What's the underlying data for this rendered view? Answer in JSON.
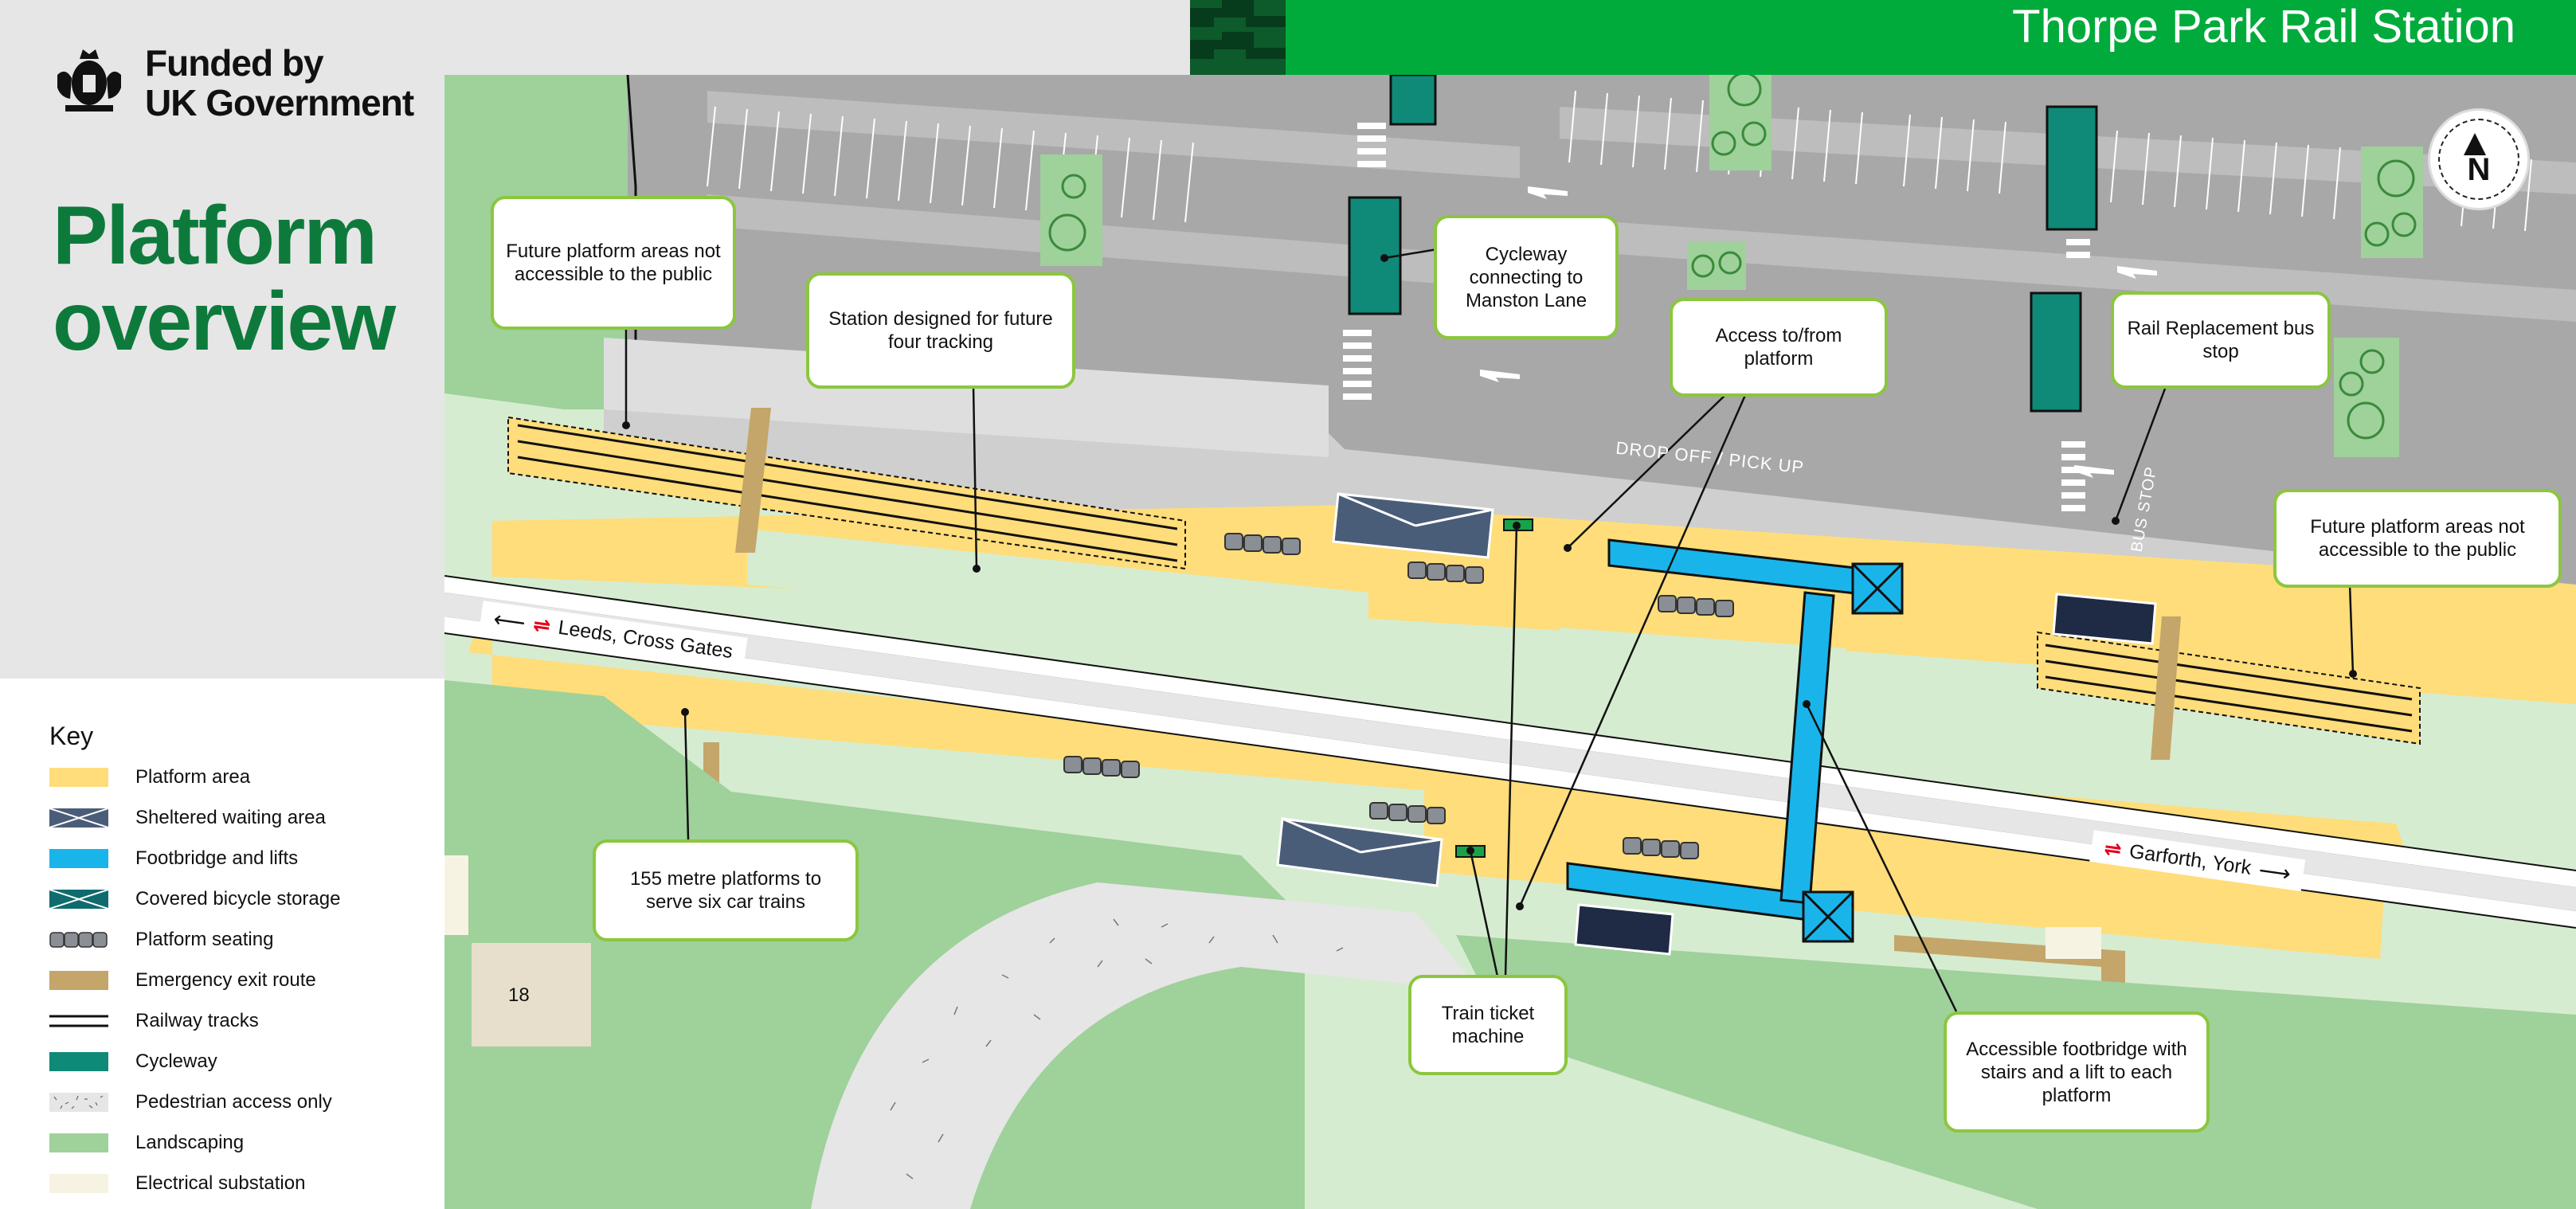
{
  "header": {
    "title": "Thorpe Park Rail Station"
  },
  "branding": {
    "line1": "Funded by",
    "line2": "UK Government",
    "logo": "royal-coat-of-arms"
  },
  "page_title": {
    "line1": "Platform",
    "line2": "overview"
  },
  "key": {
    "title": "Key",
    "items": [
      {
        "label": "Platform area",
        "color": "#fedd7a"
      },
      {
        "label": "Sheltered waiting area",
        "color": "#4a5d78"
      },
      {
        "label": "Footbridge and lifts",
        "color": "#19b5ea"
      },
      {
        "label": "Covered bicycle storage",
        "color": "#0f6b6e"
      },
      {
        "label": "Platform seating",
        "color": "#8a8f96"
      },
      {
        "label": "Emergency exit route",
        "color": "#c4a56a"
      },
      {
        "label": "Railway tracks",
        "color": "#111111"
      },
      {
        "label": "Cycleway",
        "color": "#0f8a78"
      },
      {
        "label": "Pedestrian access only",
        "color": "#e6e6e6"
      },
      {
        "label": "Landscaping",
        "color": "#9fd19b"
      },
      {
        "label": "Electrical substation",
        "color": "#f7f3e3"
      }
    ]
  },
  "callouts": {
    "future_platform_left": "Future platform areas not accessible to the public",
    "four_tracking": "Station designed for future four tracking",
    "cycleway": "Cycleway connecting to Manston Lane",
    "access_platform": "Access to/from platform",
    "rail_replacement": "Rail Replacement bus stop",
    "future_platform_right": "Future platform areas not accessible to the public",
    "platforms_155": "155 metre platforms to serve six car trains",
    "ticket_machine": "Train ticket machine",
    "footbridge": "Accessible footbridge with stairs and a lift to each platform"
  },
  "track_labels": {
    "west": "Leeds, Cross Gates",
    "east": "Garforth, York"
  },
  "map_labels": {
    "drop_off": "DROP OFF / PICK UP",
    "bus_stop": "BUS STOP",
    "plot_number": "18",
    "north": "N"
  },
  "colors": {
    "brand_green": "#00ab3c",
    "title_green": "#0d7a3c",
    "callout_border": "#8cc63f",
    "platform": "#fedd7a",
    "landscaping": "#9fd19b",
    "car_park": "#a6a6a6"
  }
}
